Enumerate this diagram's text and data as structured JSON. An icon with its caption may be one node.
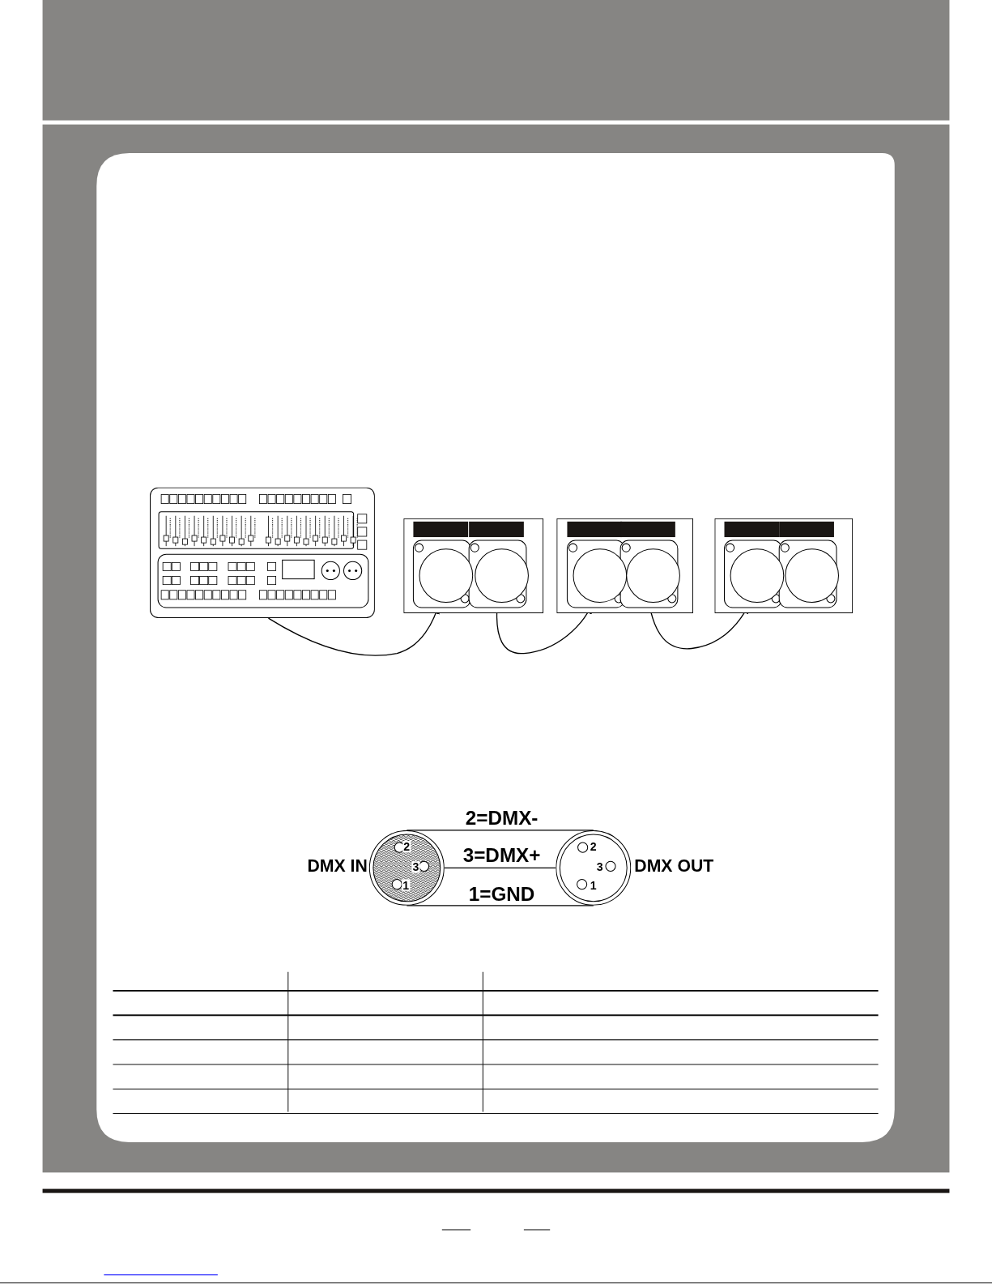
{
  "diagram": {
    "nodes": [
      {
        "text": [],
        "shape": "picture"
      },
      {
        "text": [],
        "shape": "box"
      },
      {
        "text": [],
        "shape": "circle",
        "in": 1
      },
      {
        "text": [],
        "shape": "circle",
        "in": 1
      },
      {
        "text": [],
        "shape": "box"
      },
      {
        "text": [],
        "shape": "circle",
        "in": 4
      },
      {
        "text": [],
        "shape": "circle",
        "in": 4
      },
      {
        "text": [],
        "shape": "box"
      },
      {
        "text": [],
        "shape": "circle",
        "in": 7
      },
      {
        "text": [],
        "shape": "circle",
        "in": 7
      },
      {
        "text": [
          "2",
          "3",
          "1"
        ],
        "beside": [
          "DMX IN"
        ]
      },
      {
        "text": [
          "2",
          "3",
          "1"
        ],
        "beside": [
          "DMX OUT"
        ]
      }
    ],
    "edges": [
      {
        "from": 0,
        "to": 2,
        "arrow": "to"
      },
      {
        "from": 3,
        "to": 5,
        "arrow": "to"
      },
      {
        "from": 6,
        "to": 8,
        "arrow": "to"
      },
      {
        "from": 10,
        "to": 11,
        "arrow": "none",
        "label": "2=DMX-"
      },
      {
        "from": 10,
        "to": 11,
        "arrow": "none",
        "label": "3=DMX+"
      },
      {
        "from": 10,
        "to": 11,
        "arrow": "none",
        "label": "1=GND"
      }
    ]
  }
}
